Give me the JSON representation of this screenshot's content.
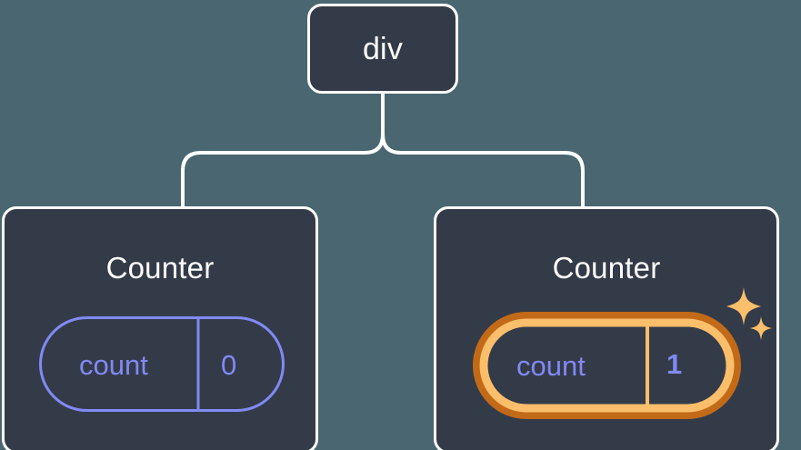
{
  "diagram": {
    "type": "component-tree",
    "background_color": "#4a6670",
    "node_fill_color": "#343b48",
    "node_border_color": "#ffffff",
    "edge_color": "#ffffff",
    "accent_purple": "#8189f5",
    "highlight_outer_orange": "#c26a18",
    "highlight_inner_orange": "#fbbe6b",
    "root": {
      "label": "div"
    },
    "children": [
      {
        "label": "Counter",
        "state": {
          "name": "count",
          "value": "0"
        },
        "highlighted": false
      },
      {
        "label": "Counter",
        "state": {
          "name": "count",
          "value": "1"
        },
        "highlighted": true,
        "sparkles": [
          "sparkle-large",
          "sparkle-small"
        ]
      }
    ]
  }
}
